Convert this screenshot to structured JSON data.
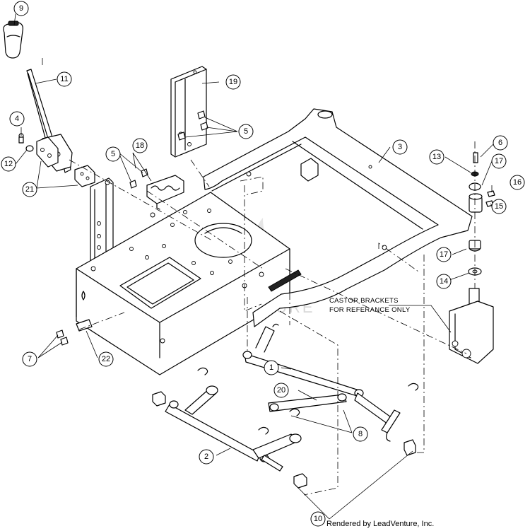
{
  "callouts": [
    {
      "num": "9"
    },
    {
      "num": "11"
    },
    {
      "num": "4"
    },
    {
      "num": "12"
    },
    {
      "num": "21"
    },
    {
      "num": "19"
    },
    {
      "num": "5"
    },
    {
      "num": "18"
    },
    {
      "num": "5"
    },
    {
      "num": "3"
    },
    {
      "num": "13"
    },
    {
      "num": "6"
    },
    {
      "num": "17"
    },
    {
      "num": "16"
    },
    {
      "num": "15"
    },
    {
      "num": "17"
    },
    {
      "num": "14"
    },
    {
      "num": "7"
    },
    {
      "num": "22"
    },
    {
      "num": "1"
    },
    {
      "num": "20"
    },
    {
      "num": "8"
    },
    {
      "num": "2"
    },
    {
      "num": "10"
    }
  ],
  "note": {
    "line1": "CASTOR BRACKETS",
    "line2": "FOR REFERANCE ONLY"
  },
  "watermark": "LEADVENTURE",
  "footer": "Rendered by LeadVenture, Inc."
}
